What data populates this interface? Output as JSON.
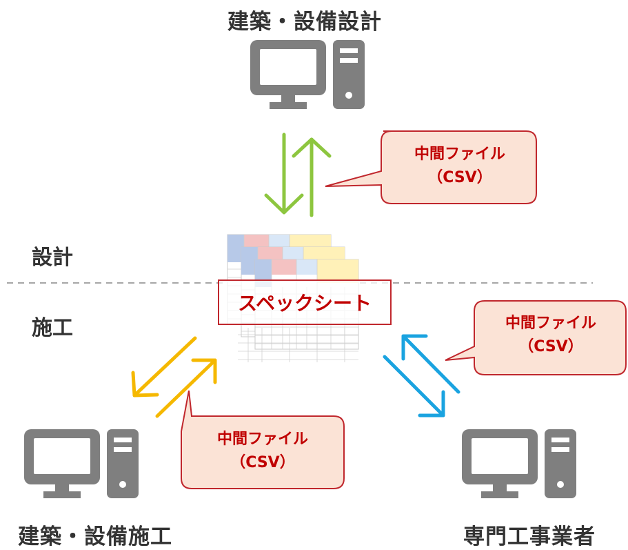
{
  "nodes": {
    "design_top": "建築・設備設計",
    "construction_left": "建築・設備施工",
    "specialist_right": "専門工事業者"
  },
  "phases": {
    "design": "設計",
    "construction": "施工"
  },
  "center": {
    "label": "スペックシート"
  },
  "callouts": {
    "top": {
      "line1": "中間ファイル",
      "line2": "（CSV）"
    },
    "right": {
      "line1": "中間ファイル",
      "line2": "（CSV）"
    },
    "left": {
      "line1": "中間ファイル",
      "line2": "（CSV）"
    }
  },
  "colors": {
    "top_arrows": "#8dc63f",
    "left_arrows": "#f5b800",
    "right_arrows": "#1aa3e0",
    "computer": "#7f7f7f",
    "callout_fill": "#fbe3d6",
    "callout_border": "#c0272d",
    "callout_text": "#c00000"
  },
  "icons": [
    "computer-icon",
    "spreadsheet-icon",
    "arrow-icon"
  ]
}
